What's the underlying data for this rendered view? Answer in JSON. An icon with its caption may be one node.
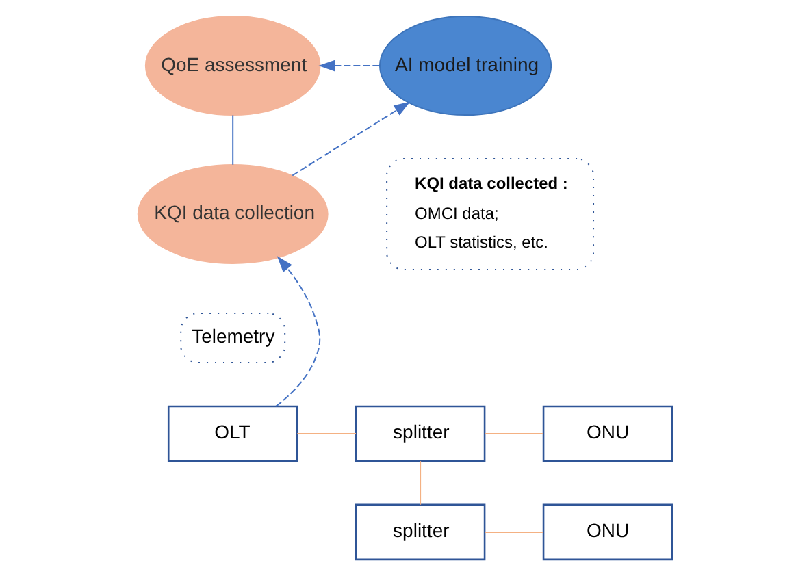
{
  "diagram": {
    "nodes": [
      {
        "text": [
          "QoE assessment"
        ]
      },
      {
        "text": [
          "AI model training"
        ]
      },
      {
        "text": [
          "KQI data collection"
        ]
      },
      {
        "text": [
          "Telemetry"
        ]
      },
      {
        "text": [
          "KQI data collected :",
          "OMCI data;",
          "OLT statistics, etc."
        ]
      },
      {
        "text": [
          "OLT"
        ]
      },
      {
        "text": [
          "splitter"
        ]
      },
      {
        "text": [
          "ONU"
        ]
      },
      {
        "text": [
          "splitter"
        ]
      },
      {
        "text": [
          "ONU"
        ]
      }
    ],
    "edges": [
      {
        "from": 1,
        "to": 0,
        "arrow": "to",
        "style": "dashed",
        "color": "#4472c4"
      },
      {
        "from": 0,
        "to": 2,
        "arrow": "none",
        "color": "#4472c4"
      },
      {
        "from": 2,
        "to": 1,
        "arrow": "to",
        "style": "dashed",
        "color": "#4472c4"
      },
      {
        "from": 5,
        "to": 2,
        "arrow": "to",
        "style": "dashed",
        "color": "#4472c4"
      },
      {
        "from": 5,
        "to": 6,
        "arrow": "none",
        "color": "#f4b183"
      },
      {
        "from": 6,
        "to": 7,
        "arrow": "none",
        "color": "#f4b183"
      },
      {
        "from": 6,
        "to": 8,
        "arrow": "none",
        "color": "#f4b183"
      },
      {
        "from": 8,
        "to": 9,
        "arrow": "none",
        "color": "#f4b183"
      }
    ]
  }
}
